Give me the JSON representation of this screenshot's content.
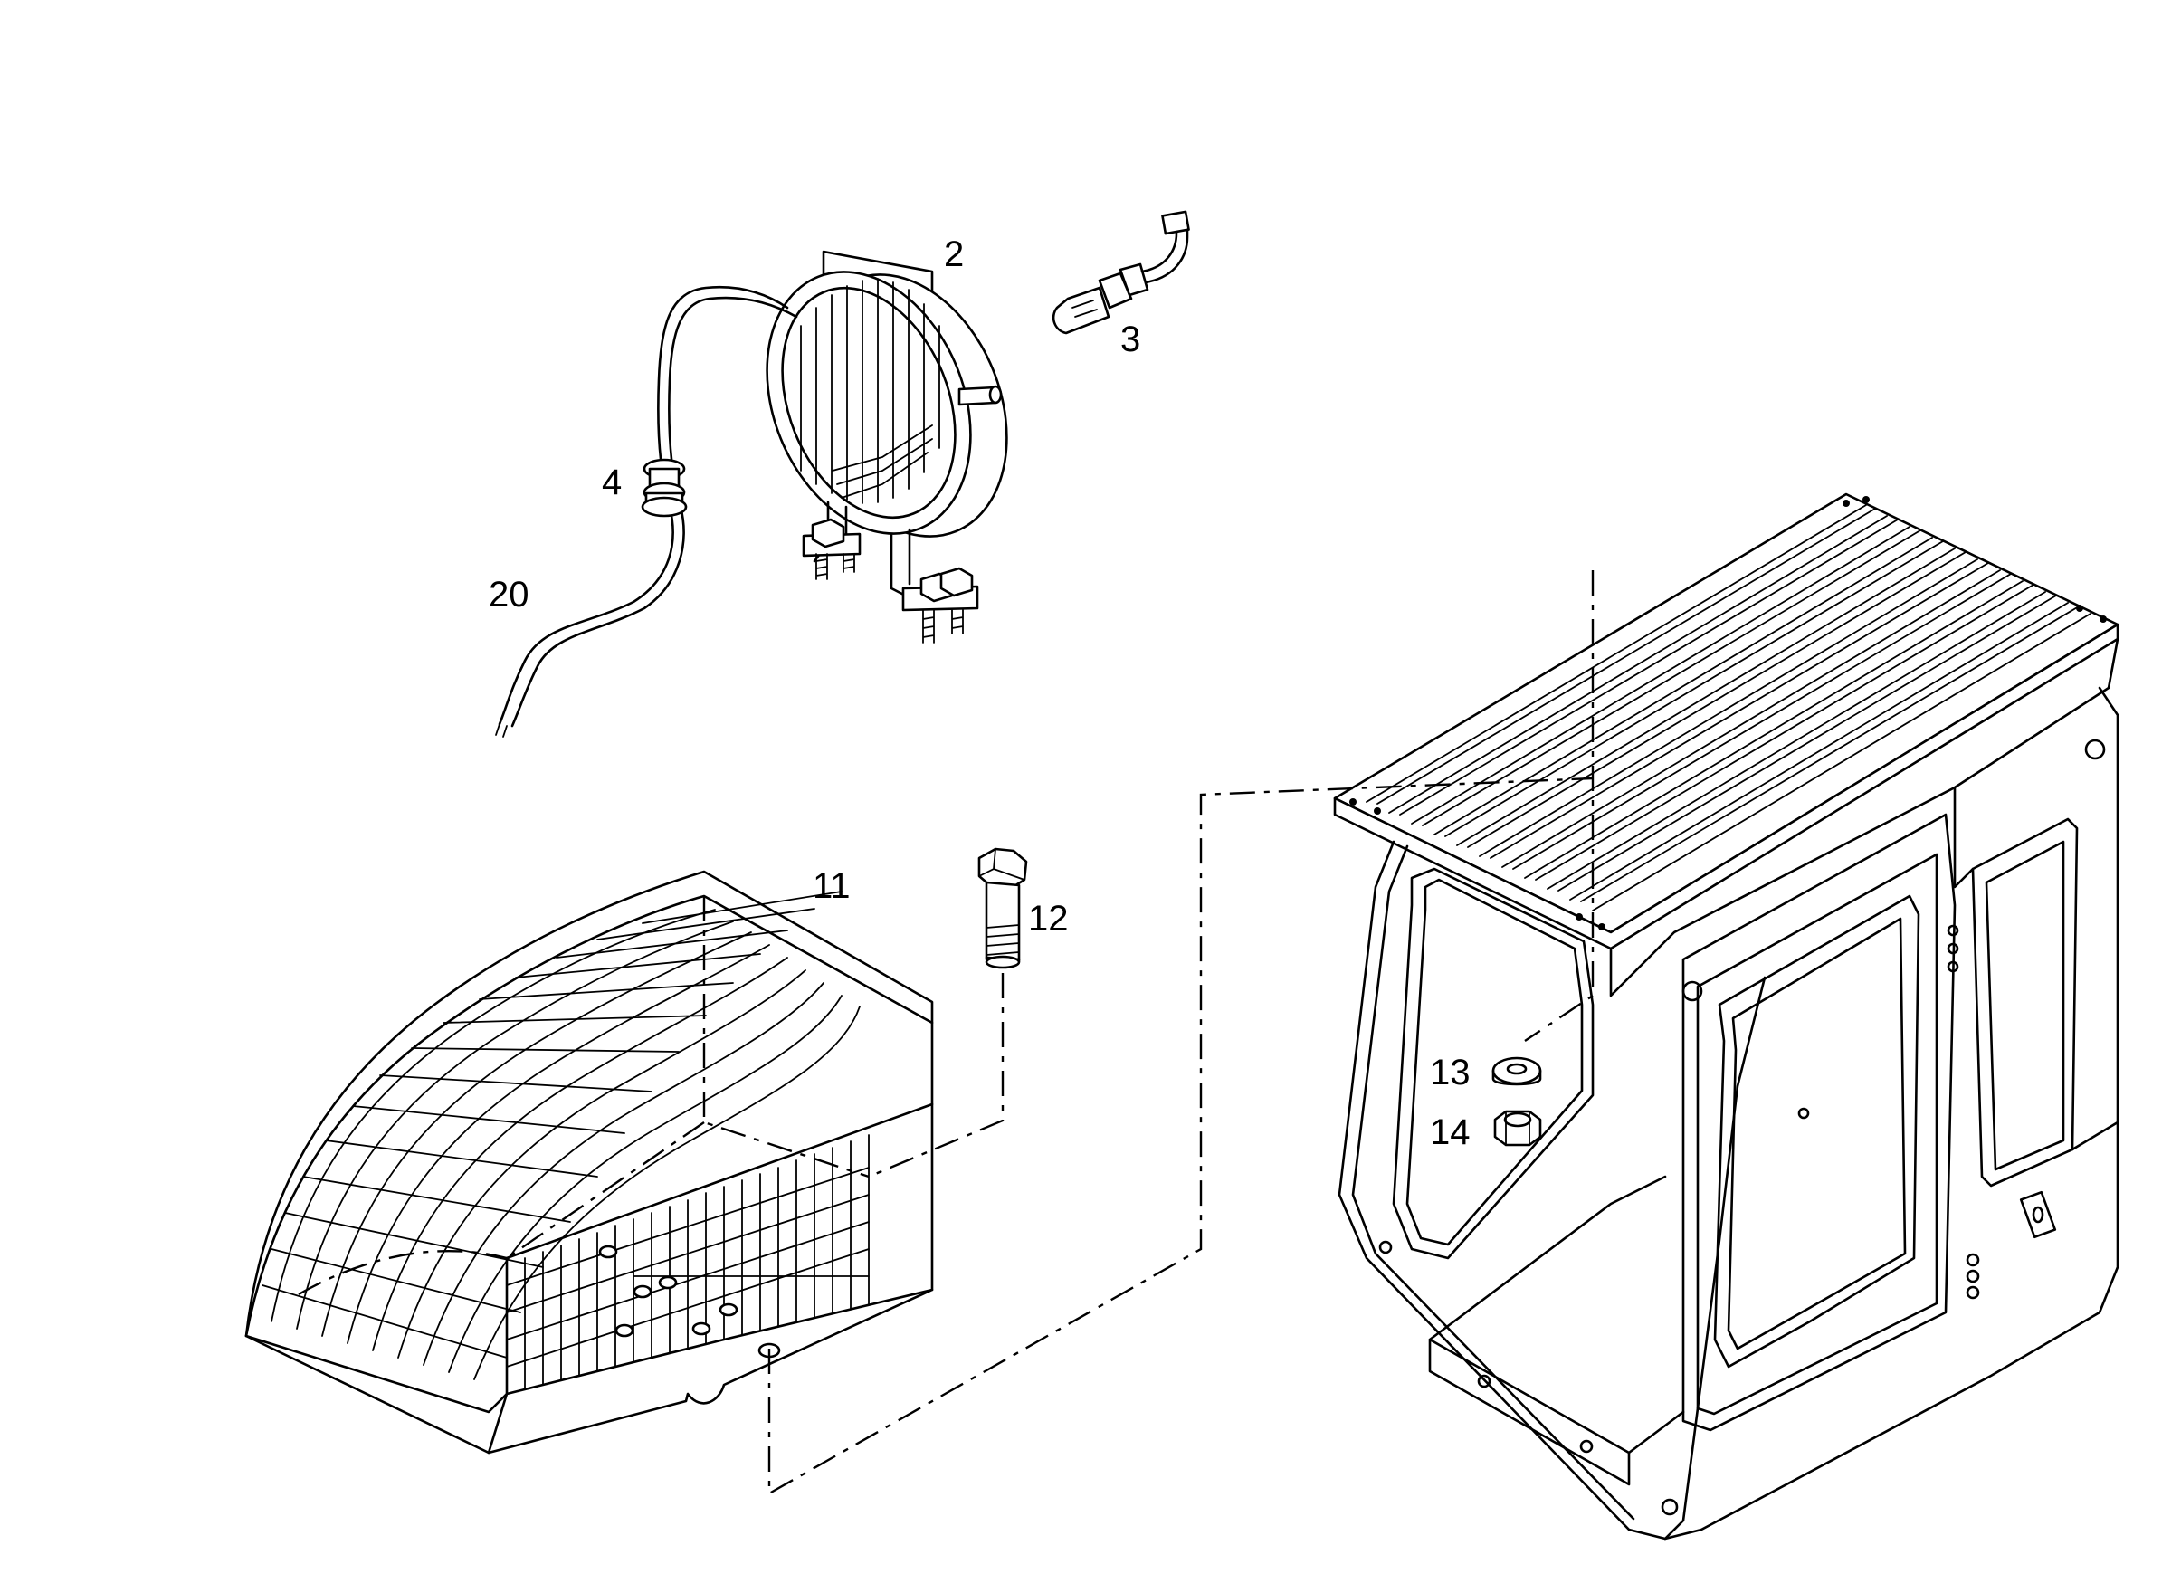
{
  "callouts": [
    {
      "id": "2",
      "text": "2"
    },
    {
      "id": "3",
      "text": "3"
    },
    {
      "id": "4",
      "text": "4"
    },
    {
      "id": "20",
      "text": "20"
    },
    {
      "id": "11",
      "text": "11"
    },
    {
      "id": "12",
      "text": "12"
    },
    {
      "id": "13",
      "text": "13"
    },
    {
      "id": "14",
      "text": "14"
    }
  ]
}
